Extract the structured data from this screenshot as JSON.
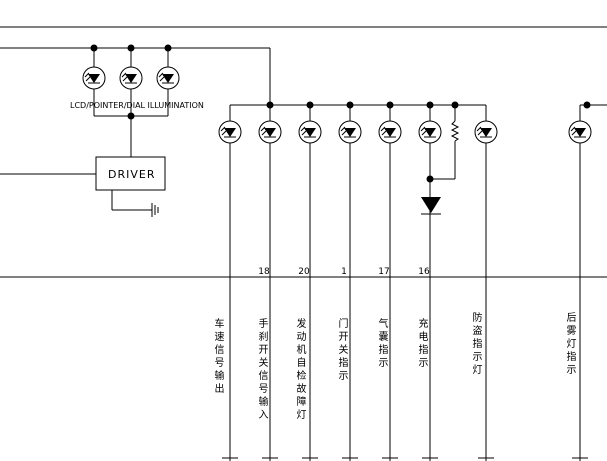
{
  "top_group": {
    "caption": "LCD/POINTER/DIAL ILLUMINATION",
    "driver_label": "DRIVER"
  },
  "indicators": [
    {
      "pin": "",
      "label": "车速信号输出"
    },
    {
      "pin": "18",
      "label": "手刹开关信号输入"
    },
    {
      "pin": "20",
      "label": "发动机自检故障灯"
    },
    {
      "pin": "1",
      "label": "门开关指示"
    },
    {
      "pin": "17",
      "label": "气囊指示"
    },
    {
      "pin": "16",
      "label": "充电指示"
    },
    {
      "pin": "",
      "label": "防盗指示灯"
    },
    {
      "pin": "",
      "label": "后雾灯指示"
    }
  ]
}
